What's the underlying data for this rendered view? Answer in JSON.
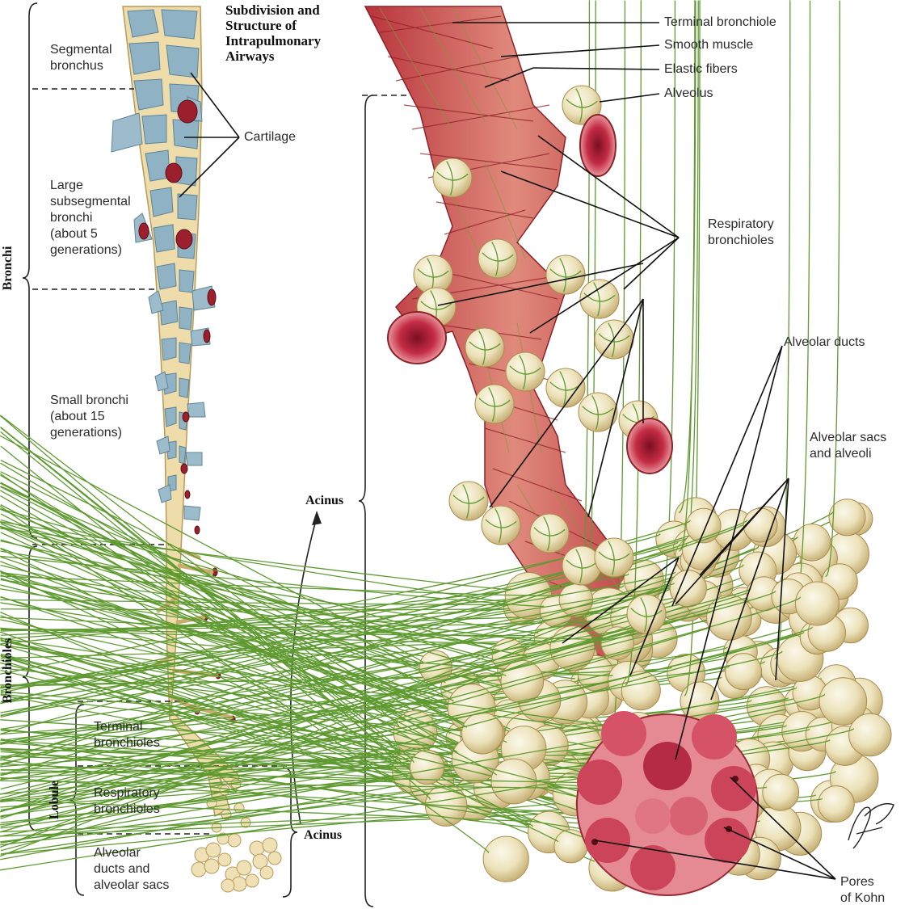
{
  "title": "Subdivision and\nStructure of\nIntrapulmonary\nAirways",
  "left_labels": {
    "segmental_bronchus": "Segmental\nbronchus",
    "cartilage": "Cartilage",
    "large_subsegmental": "Large\nsubsegmental\nbronchi\n(about 5\ngenerations)",
    "small_bronchi": "Small bronchi\n(about 15\ngenerations)",
    "terminal_bronchioles": "Terminal\nbronchioles",
    "respiratory_bronchioles": "Respiratory\nbronchioles",
    "alveolar_ducts_sacs": "Alveolar\nducts and\nalveolar sacs"
  },
  "brackets": {
    "bronchi": "Bronchi",
    "bronchioles": "Bronchioles",
    "lobule": "Lobule",
    "acinus_left": "Acinus",
    "acinus_right": "Acinus"
  },
  "right_labels": {
    "terminal_bronchiole": "Terminal bronchiole",
    "smooth_muscle": "Smooth muscle",
    "elastic_fibers": "Elastic fibers",
    "alveolus": "Alveolus",
    "respiratory_bronchioles": "Respiratory\nbronchioles",
    "alveolar_ducts": "Alveolar ducts",
    "alveolar_sacs": "Alveolar sacs\nand alveoli",
    "pores_of_kohn": "Pores\nof Kohn"
  },
  "signature": "F. Netter M.D.",
  "colors": {
    "cartilage_blue": "#8fb3c4",
    "airway_cream": "#efdcab",
    "muscle_red": "#c8464a",
    "alveolus_cream": "#eee6c4",
    "fiber_green": "#6d9a3a",
    "lumen_red": "#c0283a"
  }
}
